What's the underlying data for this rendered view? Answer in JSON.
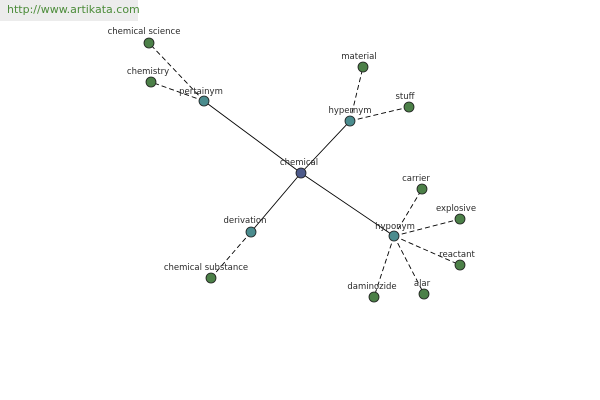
{
  "site": {
    "url": "http://www.artikata.com"
  },
  "colors": {
    "background": "#ffffff",
    "banner_bg": "#ececec",
    "url_text": "#4c8c3a",
    "edge": "#000000",
    "center_fill": "#4d5a8a",
    "relation_fill": "#4b8c8e",
    "leaf_fill": "#4c8048",
    "node_stroke": "#1d1d1d"
  },
  "graph": {
    "center": {
      "id": "chemical",
      "label": "chemical"
    },
    "relations": [
      {
        "id": "pertainym",
        "label": "pertainym",
        "leaves": [
          {
            "id": "chemical-science",
            "label": "chemical science"
          },
          {
            "id": "chemistry",
            "label": "chemistry"
          }
        ]
      },
      {
        "id": "hypernym",
        "label": "hypernym",
        "leaves": [
          {
            "id": "material",
            "label": "material"
          },
          {
            "id": "stuff",
            "label": "stuff"
          }
        ]
      },
      {
        "id": "derivation",
        "label": "derivation",
        "leaves": [
          {
            "id": "chemical-substance",
            "label": "chemical substance"
          }
        ]
      },
      {
        "id": "hyponym",
        "label": "hyponym",
        "leaves": [
          {
            "id": "carrier",
            "label": "carrier"
          },
          {
            "id": "explosive",
            "label": "explosive"
          },
          {
            "id": "reactant",
            "label": "reactant"
          },
          {
            "id": "alar",
            "label": "alar"
          },
          {
            "id": "daminozide",
            "label": "daminozide"
          }
        ]
      }
    ]
  }
}
